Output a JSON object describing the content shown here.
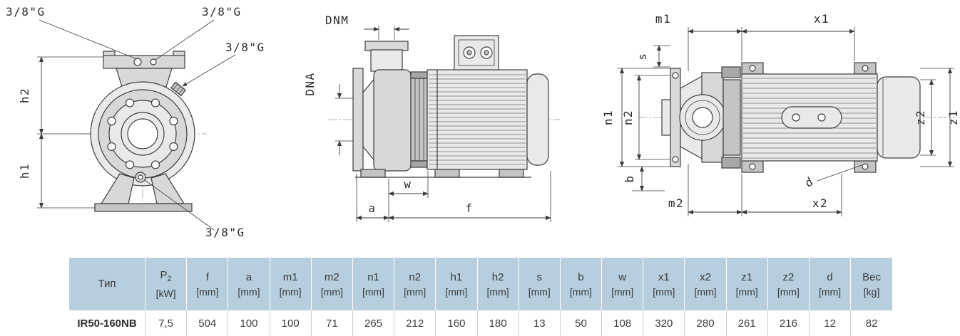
{
  "drawings": {
    "front": {
      "port_top_left": "3/8\"G",
      "port_top_right": "3/8\"G",
      "port_right": "3/8\"G",
      "port_bottom": "3/8\"G",
      "h2": "h2",
      "h1": "h1"
    },
    "side": {
      "dnm": "DNM",
      "dna": "DNA",
      "w": "w",
      "a": "a",
      "f": "f"
    },
    "top": {
      "m1": "m1",
      "x1": "x1",
      "s": "s",
      "n1": "n1",
      "n2": "n2",
      "b": "b",
      "m2": "m2",
      "x2": "x2",
      "z2": "z2",
      "z1": "z1",
      "d": "d"
    }
  },
  "table": {
    "columns": [
      {
        "key": "type",
        "label": "Тип",
        "unit": ""
      },
      {
        "key": "p2",
        "label": "P",
        "sub": "2",
        "unit": "[kW]"
      },
      {
        "key": "f",
        "label": "f",
        "unit": "[mm]"
      },
      {
        "key": "a",
        "label": "a",
        "unit": "[mm]"
      },
      {
        "key": "m1",
        "label": "m1",
        "unit": "[mm]"
      },
      {
        "key": "m2",
        "label": "m2",
        "unit": "[mm]"
      },
      {
        "key": "n1",
        "label": "n1",
        "unit": "[mm]"
      },
      {
        "key": "n2",
        "label": "n2",
        "unit": "[mm]"
      },
      {
        "key": "h1",
        "label": "h1",
        "unit": "[mm]"
      },
      {
        "key": "h2",
        "label": "h2",
        "unit": "[mm]"
      },
      {
        "key": "s",
        "label": "s",
        "unit": "[mm]"
      },
      {
        "key": "b",
        "label": "b",
        "unit": "[mm]"
      },
      {
        "key": "w",
        "label": "w",
        "unit": "[mm]"
      },
      {
        "key": "x1",
        "label": "x1",
        "unit": "[mm]"
      },
      {
        "key": "x2",
        "label": "x2",
        "unit": "[mm]"
      },
      {
        "key": "z1",
        "label": "z1",
        "unit": "[mm]"
      },
      {
        "key": "z2",
        "label": "z2",
        "unit": "[mm]"
      },
      {
        "key": "d",
        "label": "d",
        "unit": "[mm]"
      },
      {
        "key": "weight",
        "label": "Вес",
        "unit": "[kg]"
      }
    ],
    "row": [
      "IR50-160NB",
      "7,5",
      "504",
      "100",
      "100",
      "71",
      "265",
      "212",
      "160",
      "180",
      "13",
      "50",
      "108",
      "320",
      "280",
      "261",
      "216",
      "12",
      "82"
    ]
  }
}
